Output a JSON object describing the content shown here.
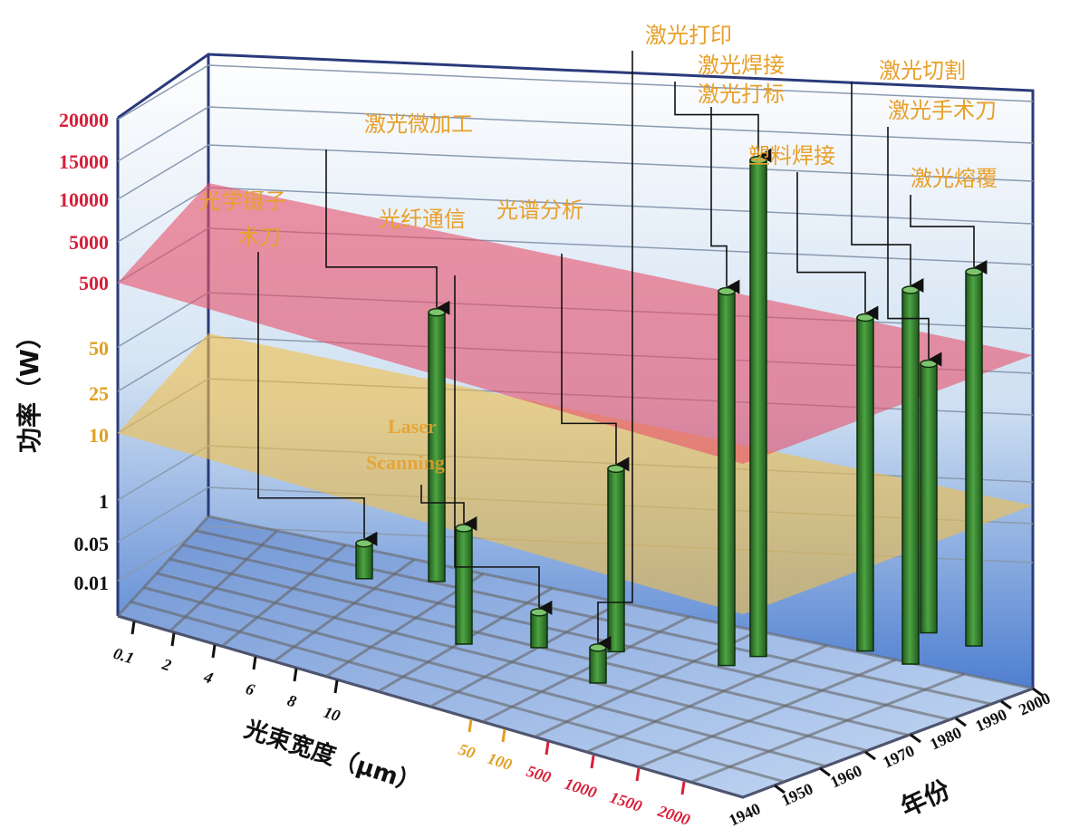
{
  "chart_data": {
    "type": "3d-bar",
    "z_axis": {
      "label": "功率（W）",
      "ticks": [
        {
          "label": "0.01",
          "color": "#111111"
        },
        {
          "label": "0.05",
          "color": "#111111"
        },
        {
          "label": "1",
          "color": "#111111"
        },
        {
          "label": "10",
          "color": "#e0a020"
        },
        {
          "label": "25",
          "color": "#e0a020"
        },
        {
          "label": "50",
          "color": "#e0a020"
        },
        {
          "label": "500",
          "color": "#d8203a"
        },
        {
          "label": "5000",
          "color": "#d8203a"
        },
        {
          "label": "10000",
          "color": "#d8203a"
        },
        {
          "label": "15000",
          "color": "#d8203a"
        },
        {
          "label": "20000",
          "color": "#d8203a"
        }
      ]
    },
    "x_axis": {
      "label": "光束宽度（μm）",
      "ticks": [
        {
          "label": "0.1",
          "color": "#111111"
        },
        {
          "label": "2",
          "color": "#111111"
        },
        {
          "label": "4",
          "color": "#111111"
        },
        {
          "label": "6",
          "color": "#111111"
        },
        {
          "label": "8",
          "color": "#111111"
        },
        {
          "label": "10",
          "color": "#111111"
        },
        {
          "label": "50",
          "color": "#e0a020"
        },
        {
          "label": "100",
          "color": "#e0a020"
        },
        {
          "label": "500",
          "color": "#d8203a"
        },
        {
          "label": "1000",
          "color": "#d8203a"
        },
        {
          "label": "1500",
          "color": "#d8203a"
        },
        {
          "label": "2000",
          "color": "#d8203a"
        }
      ]
    },
    "y_axis": {
      "label": "年份",
      "ticks": [
        "1940",
        "1950",
        "1960",
        "1970",
        "1980",
        "1990",
        "2000"
      ]
    },
    "planes": [
      {
        "level": "10",
        "color": "#f2c04a"
      },
      {
        "level": "500",
        "color": "#e8506a"
      }
    ],
    "series": [
      {
        "name": "光学镊子术刀",
        "beam_width": "2",
        "year": 1970,
        "power": "0.01"
      },
      {
        "name": "激光微加工",
        "beam_width": "4",
        "year": 1975,
        "power": "50"
      },
      {
        "name": "光纤通信",
        "beam_width": "50",
        "year": 1965,
        "power": "0.01"
      },
      {
        "name": "Laser Scanning",
        "beam_width": "10",
        "year": 1960,
        "power": "1"
      },
      {
        "name": "光谱分析",
        "beam_width": "100",
        "year": 1970,
        "power": "10"
      },
      {
        "name": "激光打印",
        "beam_width": "500",
        "year": 1960,
        "power": "0.01"
      },
      {
        "name": "激光焊接",
        "beam_width": "1000",
        "year": 1980,
        "power": "20000"
      },
      {
        "name": "激光打标",
        "beam_width": "1000",
        "year": 1975,
        "power": "5000"
      },
      {
        "name": "塑料焊接",
        "beam_width": "1500",
        "year": 1990,
        "power": "500"
      },
      {
        "name": "激光切割",
        "beam_width": "2000",
        "year": 1990,
        "power": "5000"
      },
      {
        "name": "激光手术刀",
        "beam_width": "1500",
        "year": 2000,
        "power": "50"
      },
      {
        "name": "激光熔覆",
        "beam_width": "2000",
        "year": 2000,
        "power": "5000"
      }
    ],
    "labels": {
      "tweezers_1": "光学镊子",
      "tweezers_2": "术刀",
      "micro": "激光微加工",
      "fiber": "光纤通信",
      "spectrum": "光谱分析",
      "scan_1": "Laser",
      "scan_2": "Scanning",
      "print": "激光打印",
      "weld": "激光焊接",
      "mark": "激光打标",
      "cut": "激光切割",
      "scalpel": "激光手术刀",
      "plastic": "塑料焊接",
      "clad": "激光熔覆"
    },
    "colors": {
      "bar": "#3f8f36",
      "bar_dark": "#1f5a1c",
      "label_orange": "#e8a02a",
      "back_wall_top": "#ffffff",
      "back_wall_bottom": "#4f7fd0"
    }
  }
}
